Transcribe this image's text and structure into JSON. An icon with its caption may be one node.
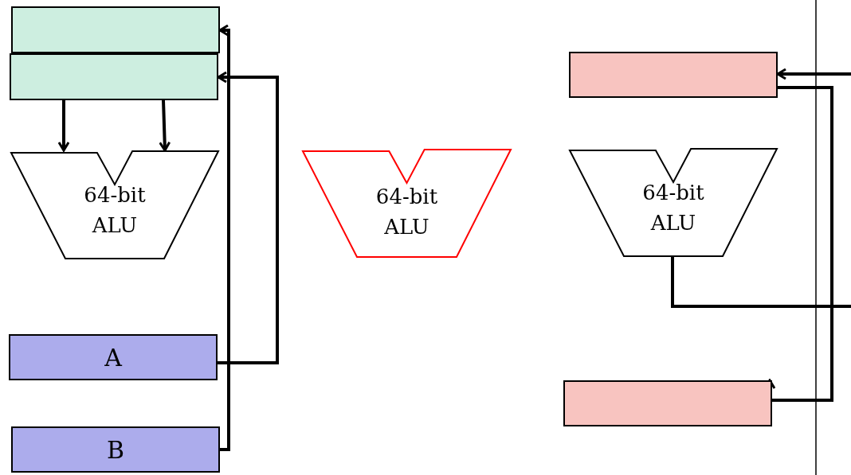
{
  "diagram": {
    "nodes": [
      {
        "text": [],
        "shape": "box"
      },
      {
        "text": [],
        "shape": "box"
      },
      {
        "text": [
          "64-bit ALU"
        ]
      },
      {
        "text": [
          "64-bit ALU"
        ]
      },
      {
        "text": [],
        "shape": "box"
      },
      {
        "text": [
          "64-bit ALU"
        ]
      },
      {
        "text": [
          "A"
        ]
      },
      {
        "text": [
          "B"
        ]
      },
      {
        "text": [],
        "shape": "box"
      }
    ],
    "edges": [
      {
        "from": 1,
        "to": 2,
        "arrow": "to"
      },
      {
        "from": 1,
        "to": 2,
        "arrow": "to"
      },
      {
        "from": 7,
        "to": 0,
        "arrow": "to"
      },
      {
        "from": 6,
        "to": 1,
        "arrow": "to"
      },
      {
        "from": null,
        "to": 4,
        "arrow": "to"
      },
      {
        "from": 4,
        "to": 8,
        "arrow": "to"
      },
      {
        "from": 5,
        "to": null,
        "arrow": "none"
      }
    ]
  }
}
